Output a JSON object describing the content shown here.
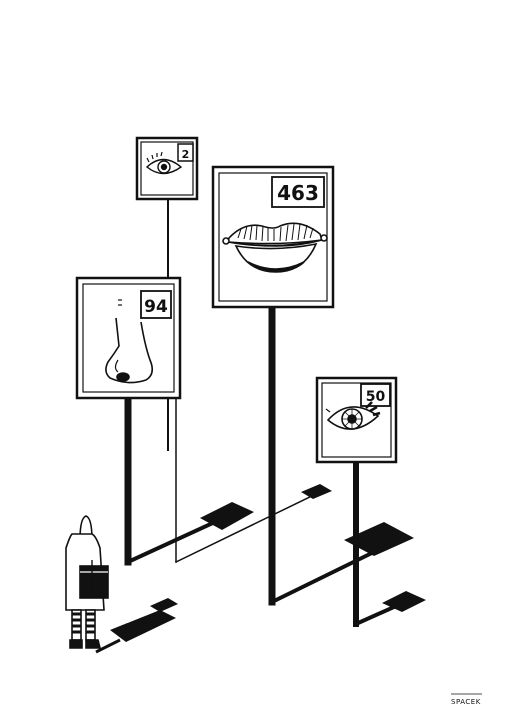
{
  "illustration": {
    "sign_nose": {
      "count": "94"
    },
    "sign_eye_small": {
      "count": "2"
    },
    "sign_lips": {
      "count": "463"
    },
    "sign_eye_large": {
      "count": "50"
    },
    "signature": "SPACEK"
  },
  "colors": {
    "ink": "#111111",
    "paper": "#ffffff"
  }
}
